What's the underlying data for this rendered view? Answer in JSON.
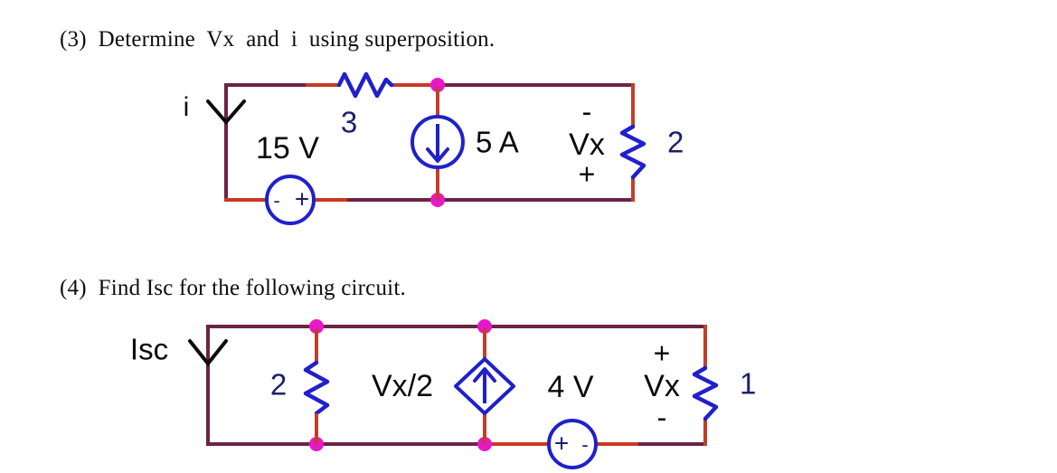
{
  "document": {
    "background_color": "#ffffff",
    "text_color": "#0d0d0d"
  },
  "problems": [
    {
      "id": "problem-3",
      "number": "(3)",
      "prompt": "(3)  Determine  Vx  and  i  using superposition."
    },
    {
      "id": "problem-4",
      "number": "(4)",
      "prompt": "(4)  Find Isc for the following circuit."
    }
  ],
  "circuit3": {
    "current_label": "i",
    "source_voltage_label": "15 V",
    "source_minus": "-",
    "source_plus": "+",
    "resistor_top_label": "3",
    "current_source_label": "5 A",
    "vx_label": "Vx",
    "vx_top_sign": "-",
    "vx_bottom_sign": "+",
    "resistor_right_label": "2"
  },
  "circuit4": {
    "current_label": "Isc",
    "resistor_left_label": "2",
    "dependent_source_label": "Vx/2",
    "source_voltage_label": "4 V",
    "source_plus": "+",
    "source_minus": "-",
    "vx_label": "Vx",
    "vx_top_sign": "+",
    "vx_bottom_sign": "-",
    "resistor_right_label": "1"
  },
  "colors": {
    "wire_purple": "#6b2346",
    "wire_red": "#c83a22",
    "component_blue": "#2020cc",
    "node_magenta": "#e817c9",
    "label_navy": "#1c1f6b",
    "label_black": "#0a0a0a"
  }
}
